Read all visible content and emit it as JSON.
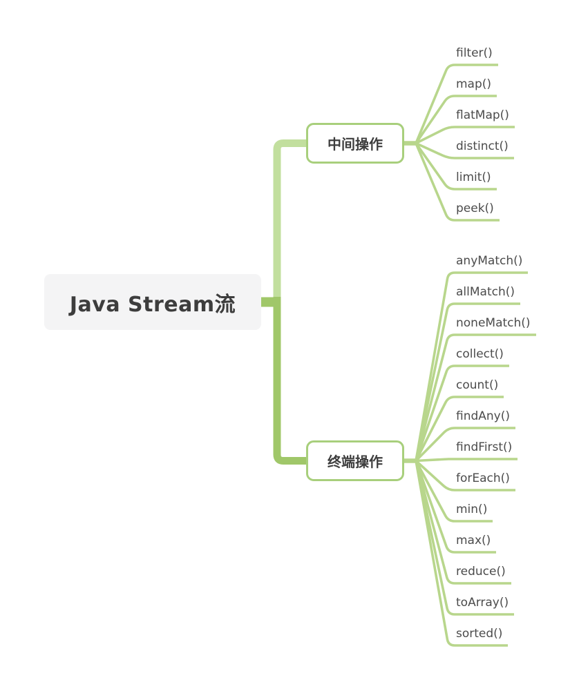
{
  "root": {
    "label": "Java Stream流"
  },
  "branches": [
    {
      "label": "中间操作",
      "children": [
        "filter()",
        "map()",
        "flatMap()",
        "distinct()",
        "limit()",
        "peek()"
      ]
    },
    {
      "label": "终端操作",
      "children": [
        "anyMatch()",
        "allMatch()",
        "noneMatch()",
        "collect()",
        "count()",
        "findAny()",
        "findFirst()",
        "forEach()",
        "min()",
        "max()",
        "reduce()",
        "toArray()",
        "sorted()"
      ]
    }
  ],
  "colors": {
    "line_light": "#b8d68c",
    "trunk_light": "#c2df9e",
    "trunk_dark": "#a0c769",
    "node_border": "#a8cf7c",
    "root_bg": "#f4f4f5",
    "heading_text": "#3d3d3d",
    "label_text": "#4b4b4b"
  }
}
